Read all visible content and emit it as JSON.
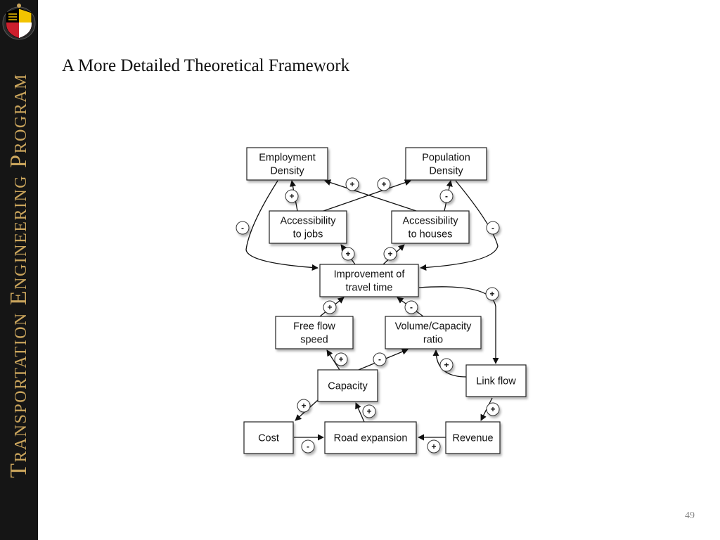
{
  "sidebar": {
    "program_name": "Transportation Engineering Program",
    "seal_colors": [
      "#000000",
      "#f2c300",
      "#cc1f2d",
      "#ffffff"
    ]
  },
  "slide": {
    "title": "A More Detailed Theoretical Framework",
    "page_number": "49"
  },
  "diagram": {
    "nodes": [
      {
        "id": "employment",
        "lines": [
          "Employment",
          "Density"
        ]
      },
      {
        "id": "population",
        "lines": [
          "Population",
          "Density"
        ]
      },
      {
        "id": "acc_jobs",
        "lines": [
          "Accessibility",
          "to jobs"
        ]
      },
      {
        "id": "acc_houses",
        "lines": [
          "Accessibility",
          "to houses"
        ]
      },
      {
        "id": "improvement",
        "lines": [
          "Improvement of",
          "travel time"
        ]
      },
      {
        "id": "freeflow",
        "lines": [
          "Free flow",
          "speed"
        ]
      },
      {
        "id": "vc",
        "lines": [
          "Volume/Capacity",
          "ratio"
        ]
      },
      {
        "id": "capacity",
        "lines": [
          "Capacity"
        ]
      },
      {
        "id": "linkflow",
        "lines": [
          "Link flow"
        ]
      },
      {
        "id": "cost",
        "lines": [
          "Cost"
        ]
      },
      {
        "id": "road",
        "lines": [
          "Road expansion"
        ]
      },
      {
        "id": "revenue",
        "lines": [
          "Revenue"
        ]
      }
    ],
    "links": [
      {
        "from": "acc_jobs",
        "to": "employment",
        "sign": "+"
      },
      {
        "from": "acc_houses",
        "to": "employment",
        "sign": "+"
      },
      {
        "from": "acc_jobs",
        "to": "population",
        "sign": "+"
      },
      {
        "from": "acc_houses",
        "to": "population",
        "sign": "-"
      },
      {
        "from": "employment",
        "to": "improvement",
        "sign": "-"
      },
      {
        "from": "population",
        "to": "improvement",
        "sign": "-"
      },
      {
        "from": "improvement",
        "to": "acc_jobs",
        "sign": "+"
      },
      {
        "from": "improvement",
        "to": "acc_houses",
        "sign": "+"
      },
      {
        "from": "freeflow",
        "to": "improvement",
        "sign": "+"
      },
      {
        "from": "vc",
        "to": "improvement",
        "sign": "-"
      },
      {
        "from": "improvement",
        "to": "linkflow",
        "sign": "+"
      },
      {
        "from": "capacity",
        "to": "freeflow",
        "sign": "+"
      },
      {
        "from": "capacity",
        "to": "vc",
        "sign": "-"
      },
      {
        "from": "linkflow",
        "to": "vc",
        "sign": "+"
      },
      {
        "from": "capacity",
        "to": "cost",
        "sign": "+"
      },
      {
        "from": "road",
        "to": "capacity",
        "sign": "+"
      },
      {
        "from": "linkflow",
        "to": "revenue",
        "sign": "+"
      },
      {
        "from": "cost",
        "to": "road",
        "sign": "-"
      },
      {
        "from": "revenue",
        "to": "road",
        "sign": "+"
      }
    ]
  }
}
